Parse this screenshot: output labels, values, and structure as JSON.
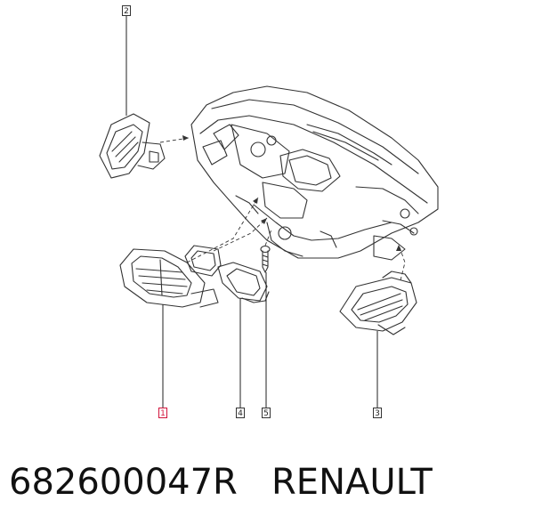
{
  "callouts": {
    "c1": "1",
    "c2": "2",
    "c3": "3",
    "c4": "4",
    "c5": "5"
  },
  "caption": {
    "part_number": "682600047R",
    "brand": "RENAULT"
  },
  "colors": {
    "highlight": "#d2143c",
    "line": "#333333"
  }
}
